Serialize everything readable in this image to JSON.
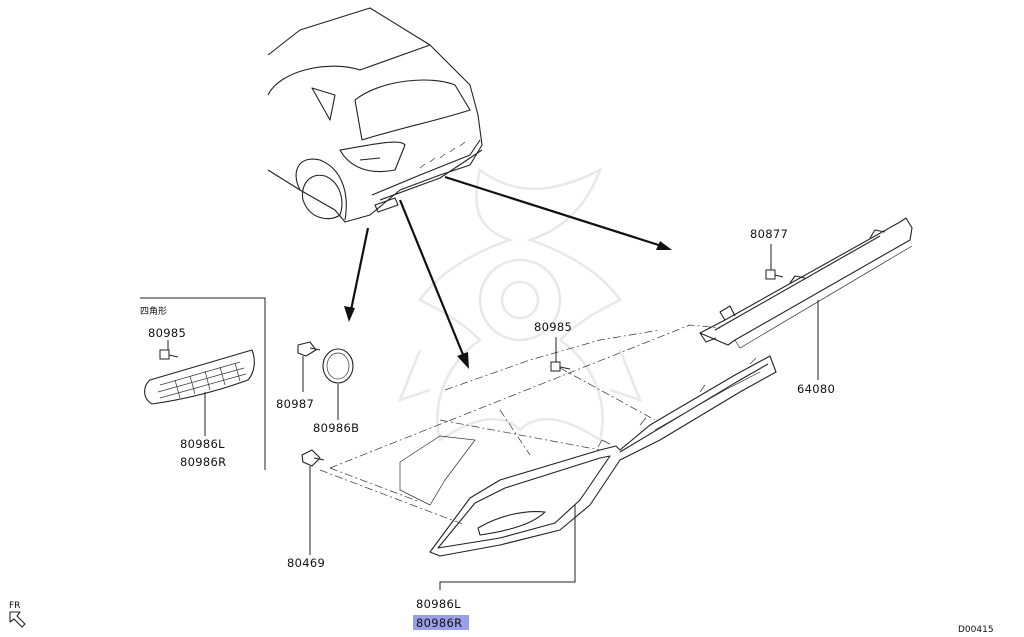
{
  "diagram": {
    "inset_title": "四角形",
    "corner_code": "D00415",
    "fr_label": "FR",
    "labels": {
      "p80877": "80877",
      "p64080": "64080",
      "p80985_main": "80985",
      "p80985_inset": "80985",
      "p80986L_inset": "80986L",
      "p80986R_inset": "80986R",
      "p80987": "80987",
      "p80986B": "80986B",
      "p80469": "80469",
      "p80986L_main": "80986L",
      "p80986R_main": "80986R"
    },
    "highlight_color": "#9aa0e6"
  }
}
